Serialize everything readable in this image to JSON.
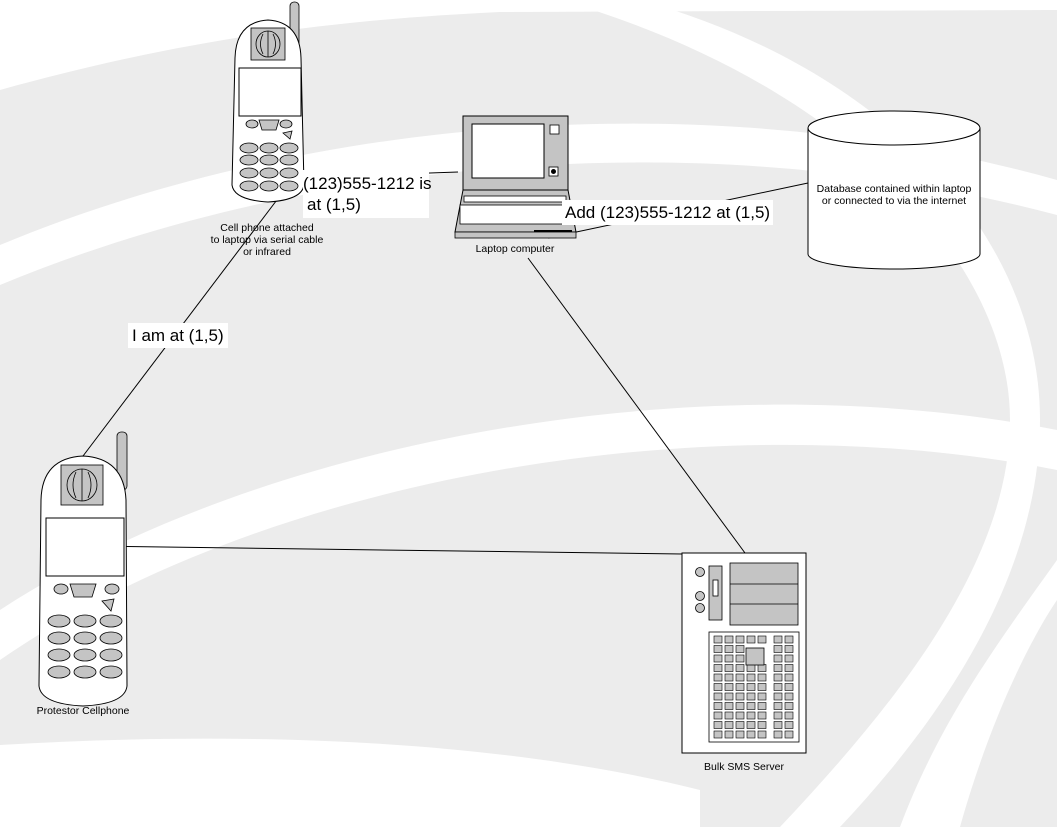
{
  "nodes": {
    "attached_phone": {
      "label": [
        "Cell phone attached",
        "to laptop via serial cable",
        "or infrared"
      ]
    },
    "laptop": {
      "label": "Laptop computer"
    },
    "database": {
      "label": [
        "Database contained within laptop",
        "or connected to via the internet"
      ]
    },
    "protestor_phone": {
      "label": "Protestor Cellphone"
    },
    "server": {
      "label": "Bulk SMS Server"
    }
  },
  "messages": {
    "phone_to_laptop": [
      "(123)555-1212 is",
      "at (1,5)"
    ],
    "laptop_to_database": "Add (123)555-1212 at (1,5)",
    "protestor_to_phone": "I am at (1,5)"
  },
  "colors": {
    "background_band": "#ececec",
    "device_gray": "#c4c4c4",
    "screen_fill": "#ffffff",
    "stroke": "#000000"
  }
}
